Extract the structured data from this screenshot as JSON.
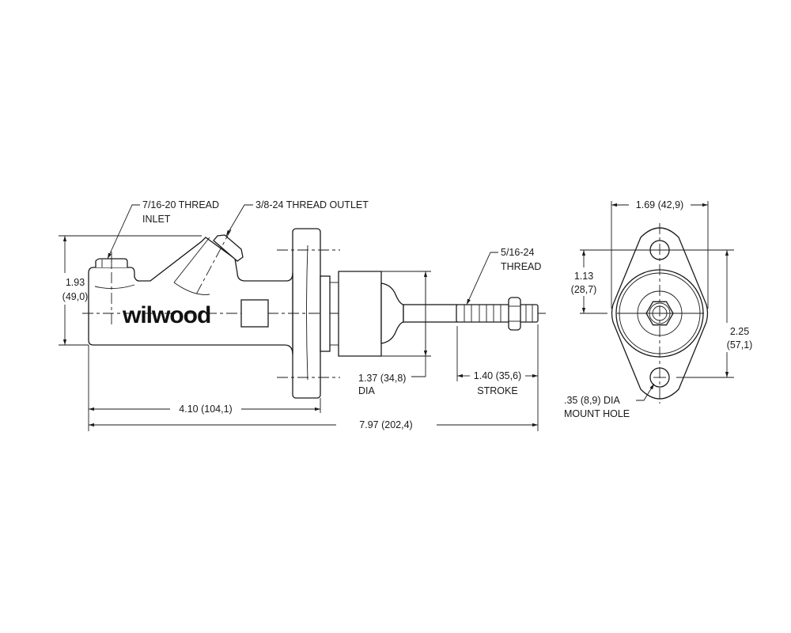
{
  "side_view": {
    "logo": "wilwood",
    "inlet_label": [
      "7/16-20 THREAD",
      "INLET"
    ],
    "outlet_label": "3/8-24 THREAD OUTLET",
    "pushrod_thread_label": [
      "5/16-24",
      "THREAD"
    ],
    "height_dim": [
      "1.93",
      "(49,0)"
    ],
    "flange_dim": "4.10 (104,1)",
    "overall_dim": "7.97 (202,4)",
    "boot_dia_dim": [
      "1.37 (34,8)",
      "DIA"
    ],
    "stroke_dim": [
      "1.40 (35,6)",
      "STROKE"
    ]
  },
  "end_view": {
    "width_dim": "1.69 (42,9)",
    "center_to_hole_dim": [
      "1.13",
      "(28,7)"
    ],
    "hole_spacing_dim": [
      "2.25",
      "(57,1)"
    ],
    "mount_hole_label": [
      ".35 (8,9) DIA",
      "MOUNT HOLE"
    ]
  }
}
